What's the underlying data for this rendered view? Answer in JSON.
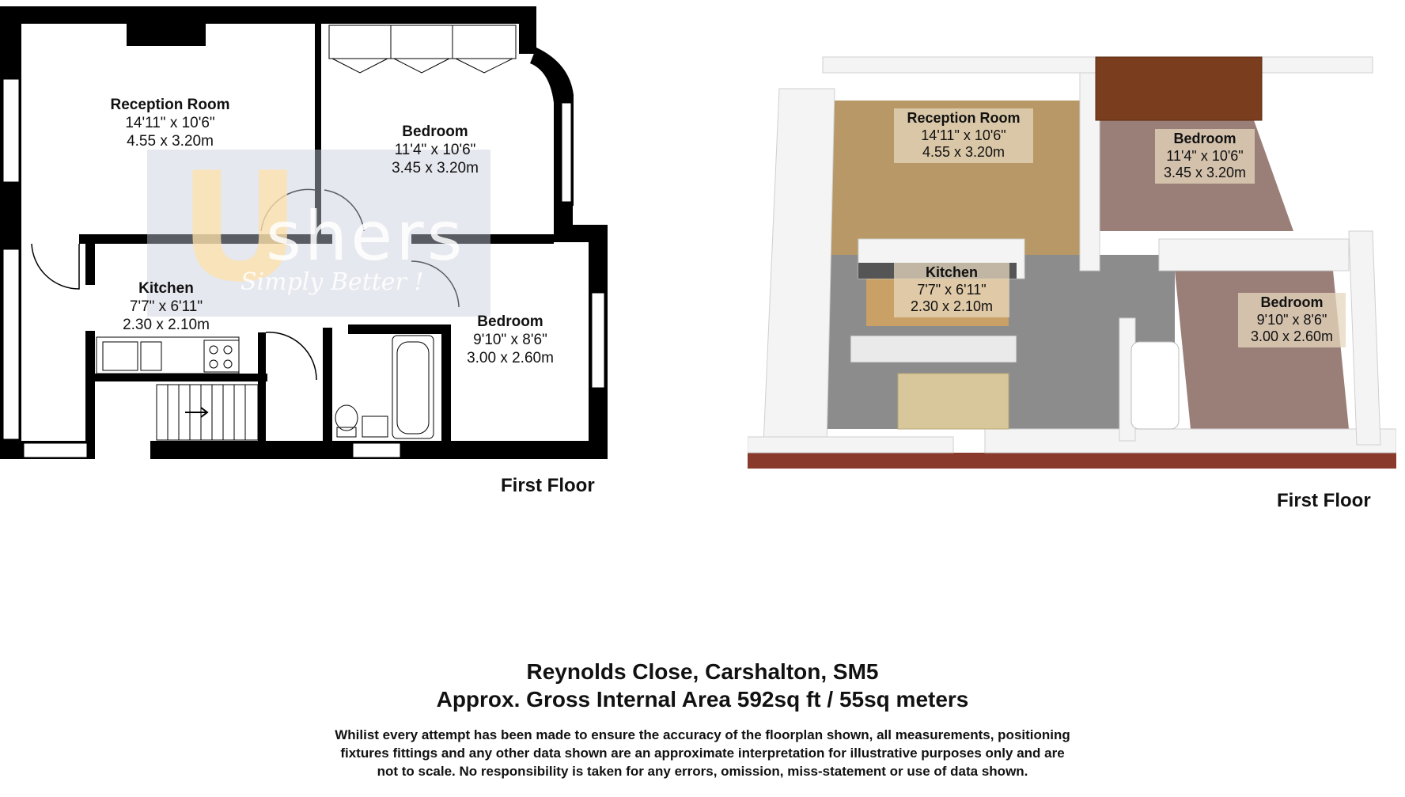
{
  "floor_2d": {
    "rooms": [
      {
        "name": "Reception Room",
        "imperial": "14'11\" x 10'6\"",
        "metric": "4.55 x 3.20m"
      },
      {
        "name": "Bedroom",
        "imperial": "11'4\" x 10'6\"",
        "metric": "3.45 x 3.20m"
      },
      {
        "name": "Kitchen",
        "imperial": "7'7\" x 6'11\"",
        "metric": "2.30 x 2.10m"
      },
      {
        "name": "Bedroom",
        "imperial": "9'10\" x 8'6\"",
        "metric": "3.00 x 2.60m"
      }
    ],
    "caption": "First Floor"
  },
  "floor_3d": {
    "rooms": [
      {
        "name": "Reception Room",
        "imperial": "14'11\" x 10'6\"",
        "metric": "4.55 x 3.20m"
      },
      {
        "name": "Bedroom",
        "imperial": "11'4\" x 10'6\"",
        "metric": "3.45 x 3.20m"
      },
      {
        "name": "Kitchen",
        "imperial": "7'7\" x 6'11\"",
        "metric": "2.30 x 2.10m"
      },
      {
        "name": "Bedroom",
        "imperial": "9'10\" x 8'6\"",
        "metric": "3.00 x 2.60m"
      }
    ],
    "caption": "First Floor"
  },
  "watermark": {
    "letter": "U",
    "rest": "shers",
    "tagline": "Simply Better !"
  },
  "footer": {
    "address": "Reynolds Close, Carshalton, SM5",
    "area": "Approx. Gross Internal Area 592sq ft / 55sq meters",
    "disclaimer": [
      "Whilist every attempt has been made to ensure the accuracy of the floorplan shown, all measurements, positioning",
      "fixtures fittings and any other data shown are an approximate interpretation for illustrative purposes only and are",
      "not to scale. No responsibility is taken for any errors, omission, miss-statement or use of data shown."
    ]
  },
  "colors": {
    "wall": "#000000",
    "carpet_beige": "#b79866",
    "carpet_pink": "#9a7f78",
    "floor_grey": "#8c8c8c",
    "wood": "#c9a066",
    "brick": "#8a3a2a"
  }
}
